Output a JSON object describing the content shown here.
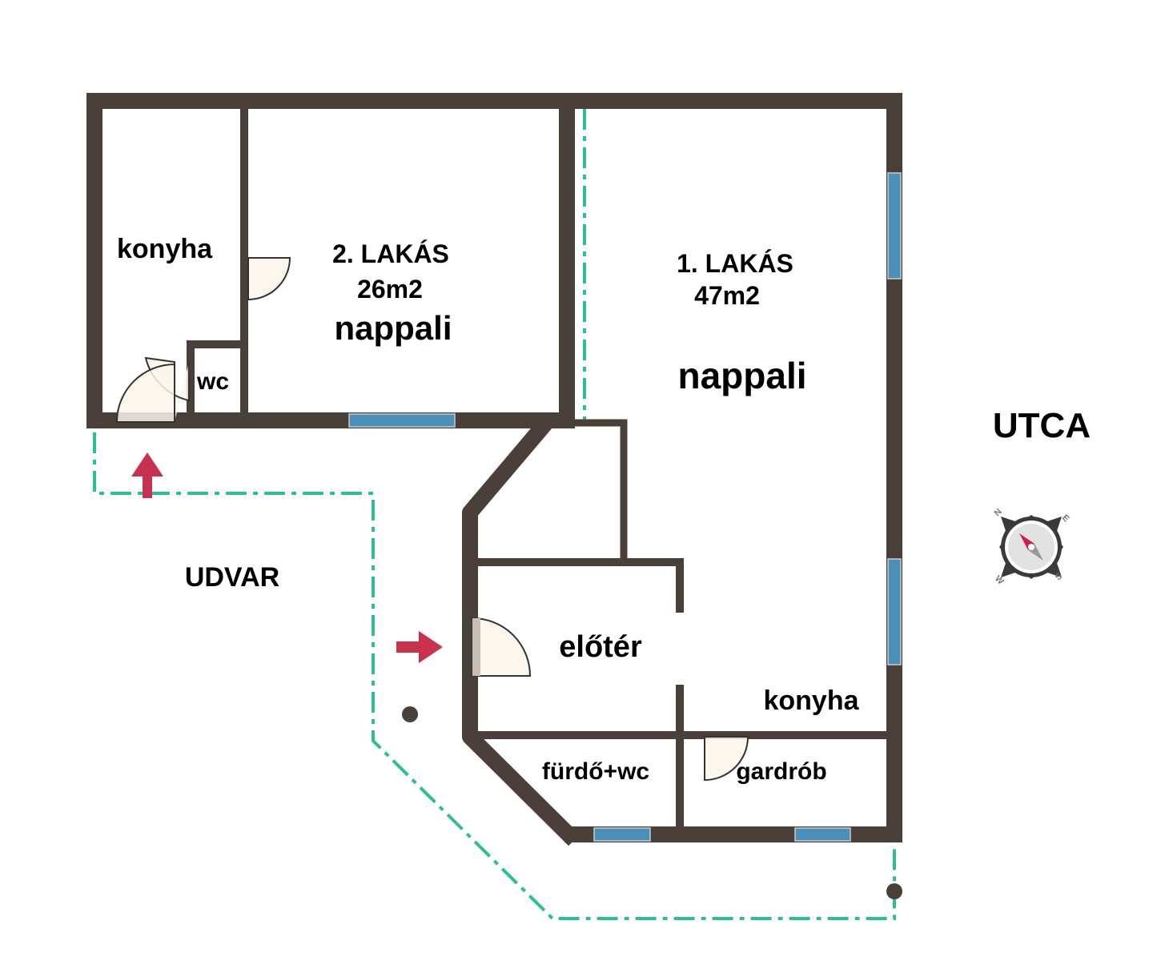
{
  "colors": {
    "wall": "#4a3f39",
    "window": "#4a90b8",
    "boundary": "#2bbf96",
    "arrow": "#c8324e"
  },
  "rooms": {
    "konyha_2": "konyha",
    "lakas2_title": "2. LAKÁS",
    "lakas2_area": "26m2",
    "nappali_2": "nappali",
    "wc": "wc",
    "lakas1_title": "1. LAKÁS",
    "lakas1_area": "47m2",
    "nappali_1": "nappali",
    "eloter": "előtér",
    "konyha_1": "konyha",
    "furdo": "fürdő+wc",
    "gardrob": "gardrób"
  },
  "outside": {
    "street": "UTCA",
    "yard": "UDVAR"
  },
  "compass": {
    "n": "N",
    "e": "E",
    "s": "S",
    "w": "W"
  }
}
